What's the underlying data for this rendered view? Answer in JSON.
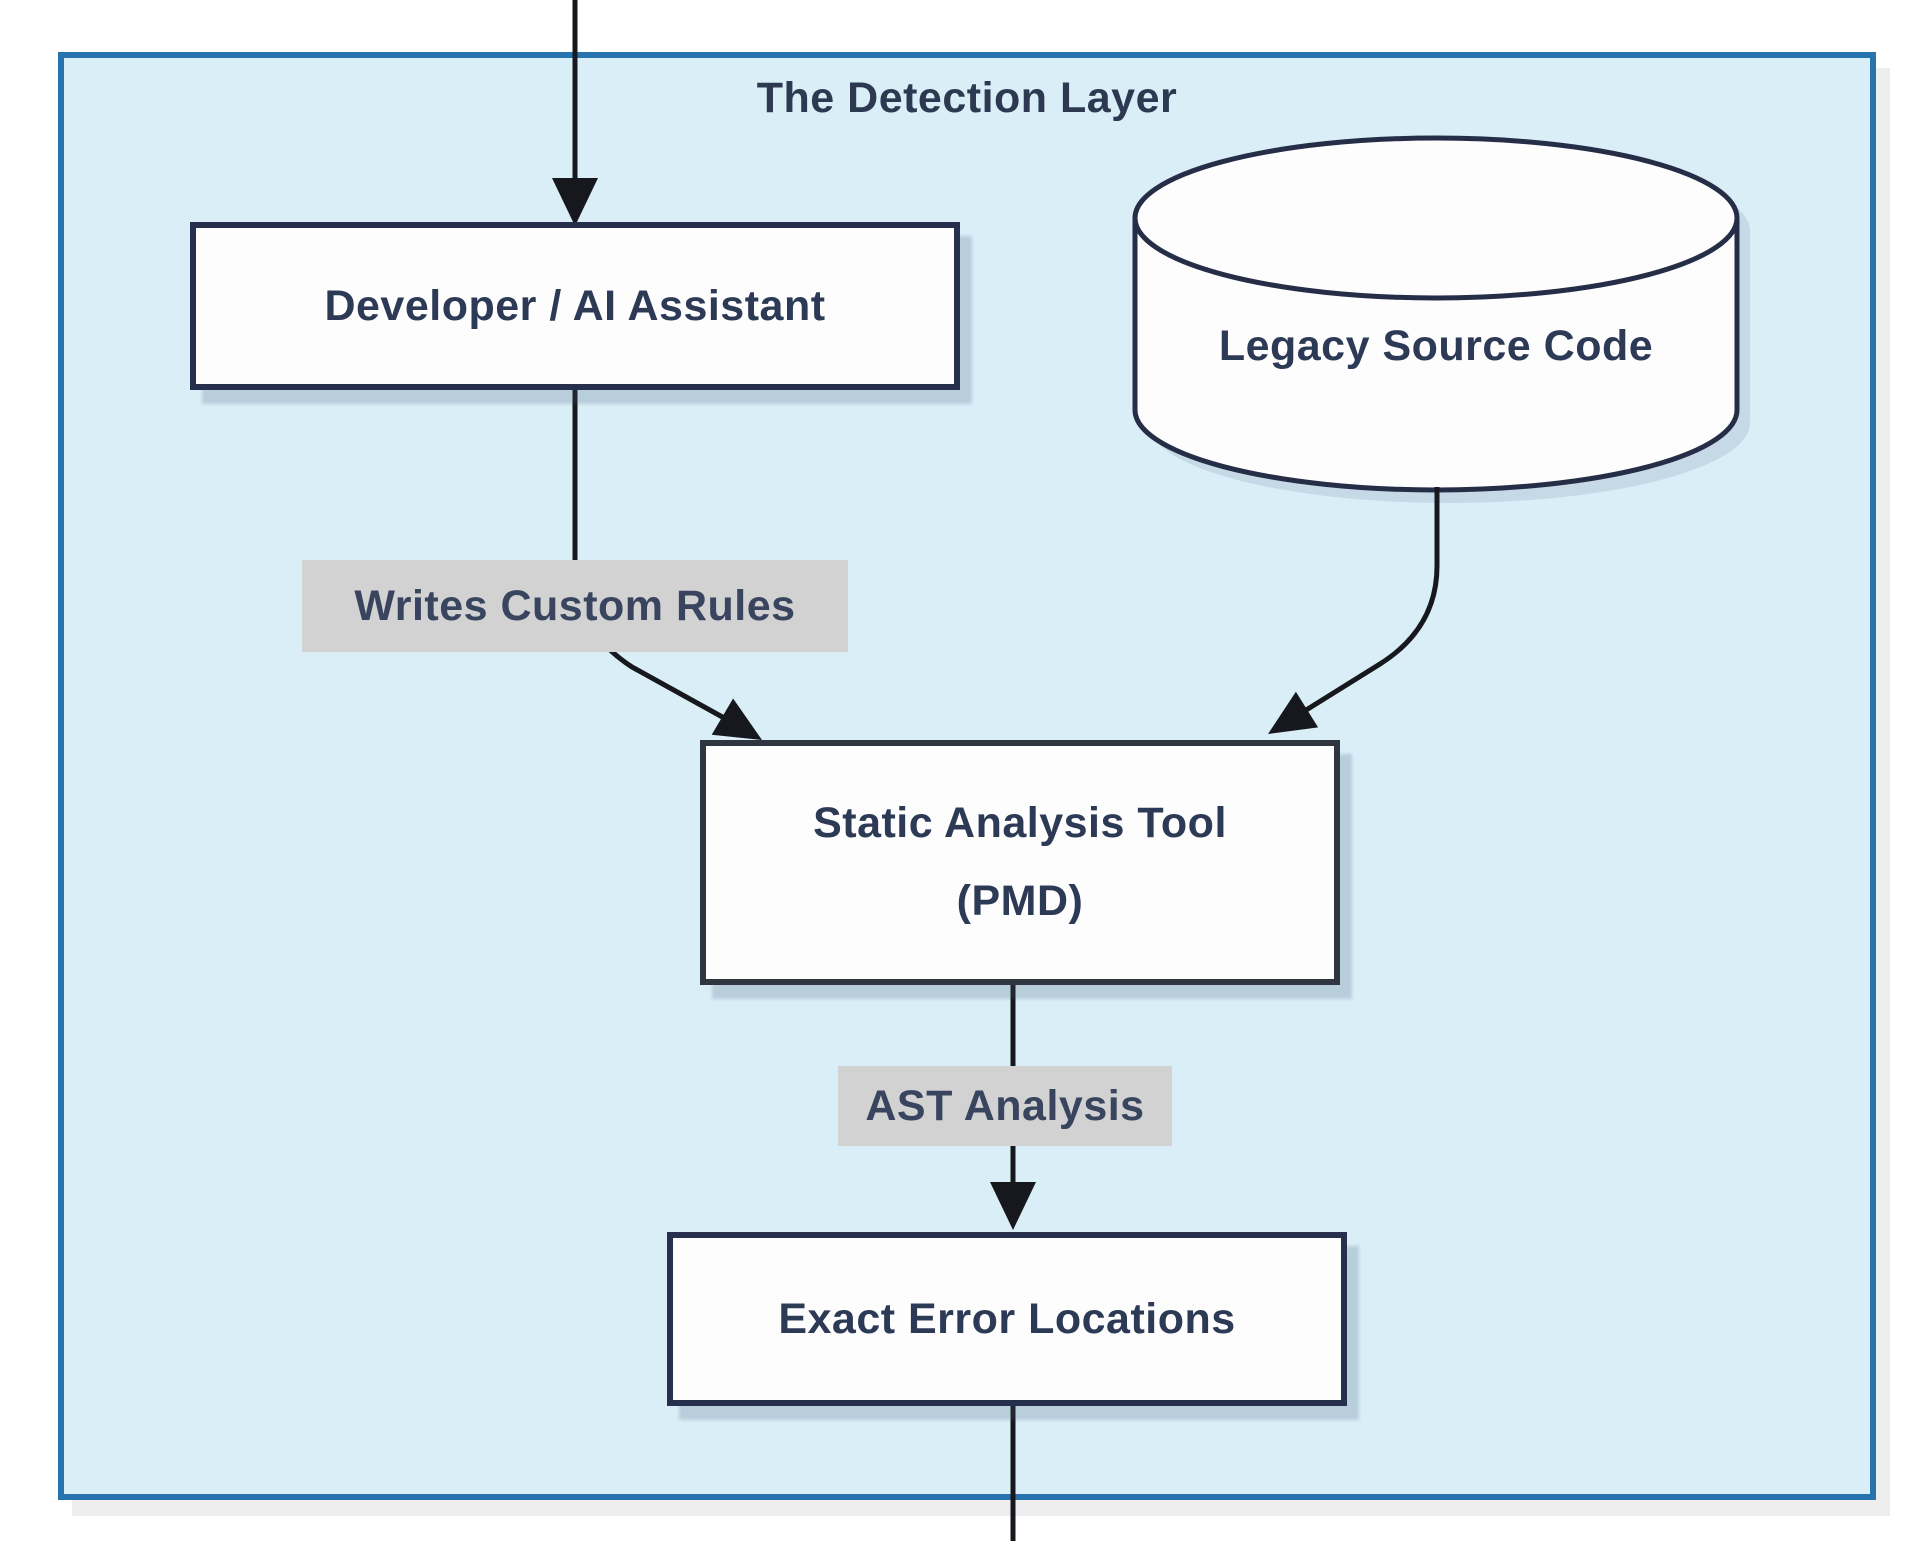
{
  "diagram": {
    "type": "flowchart",
    "title": "The Detection Layer",
    "nodes": {
      "developer": {
        "label": "Developer / AI Assistant",
        "shape": "rectangle"
      },
      "legacy": {
        "label": "Legacy Source Code",
        "shape": "cylinder"
      },
      "static": {
        "line1": "Static Analysis Tool",
        "line2": "(PMD)",
        "shape": "rectangle"
      },
      "exact": {
        "label": "Exact Error Locations",
        "shape": "rectangle"
      }
    },
    "edges": {
      "top_into_developer": {
        "from": "offscreen-top",
        "to": "developer",
        "label": ""
      },
      "developer_to_static": {
        "from": "developer",
        "to": "static",
        "label": "Writes Custom Rules"
      },
      "legacy_to_static": {
        "from": "legacy",
        "to": "static",
        "label": ""
      },
      "static_to_exact": {
        "from": "static",
        "to": "exact",
        "label": "AST Analysis"
      },
      "exact_to_bottom": {
        "from": "exact",
        "to": "offscreen-bottom",
        "label": ""
      }
    },
    "colors": {
      "container_fill": "#daeef8",
      "container_border": "#2673ae",
      "node_fill": "#fdfdfe",
      "node_border": "#262f4b",
      "node_text": "#2d3a55",
      "edge_line": "#16181d",
      "edge_label_bg": "#d2d2d2",
      "edge_label_text": "#39445f",
      "title_text": "#2c3950"
    }
  }
}
